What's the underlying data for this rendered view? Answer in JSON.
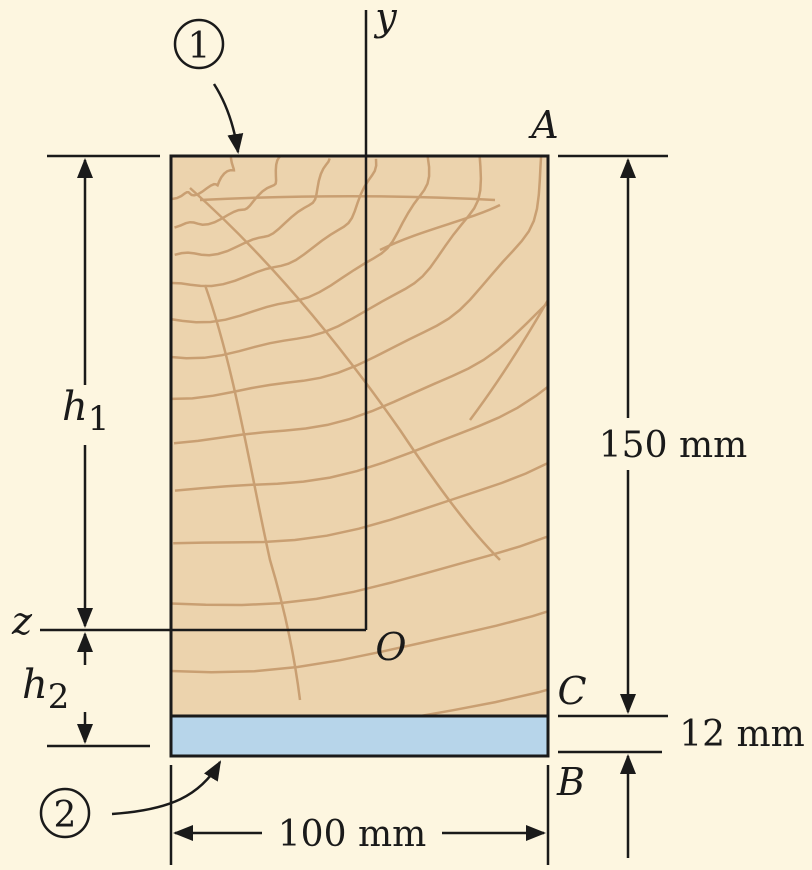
{
  "figure": {
    "colors": {
      "background": "#fdf6e0",
      "wood": "#ecd3ad",
      "grain": "#c99f72",
      "steel": "#b7d5ea",
      "line": "#1a1a1a"
    },
    "callouts": {
      "wood_part": "1",
      "steel_part": "2"
    },
    "points": {
      "A": "A",
      "B": "B",
      "C": "C",
      "O": "O"
    },
    "axes": {
      "y": "y",
      "z": "z"
    },
    "dimensions": {
      "h1": {
        "main": "h",
        "sub": "1"
      },
      "h2": {
        "main": "h",
        "sub": "2"
      },
      "wood_height": "150 mm",
      "plate_thickness": "12 mm",
      "width": "100 mm"
    }
  }
}
